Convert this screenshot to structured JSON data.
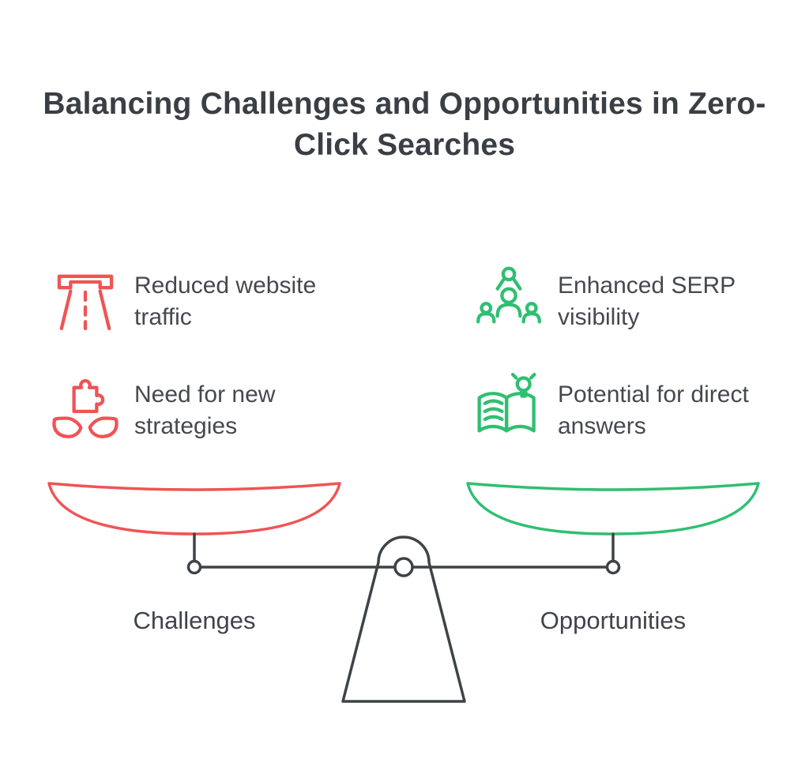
{
  "title": "Balancing Challenges and Opportunities in Zero-Click Searches",
  "colors": {
    "red": "#ef5455",
    "green": "#2fbf71",
    "dark": "#3e4347"
  },
  "left": {
    "label": "Challenges",
    "items": [
      {
        "icon": "road-icon",
        "text": "Reduced website traffic"
      },
      {
        "icon": "puzzle-hands-icon",
        "text": "Need for new strategies"
      }
    ]
  },
  "right": {
    "label": "Opportunities",
    "items": [
      {
        "icon": "serp-visibility-icon",
        "text": "Enhanced SERP visibility"
      },
      {
        "icon": "book-lightbulb-icon",
        "text": "Potential for direct answers"
      }
    ]
  }
}
